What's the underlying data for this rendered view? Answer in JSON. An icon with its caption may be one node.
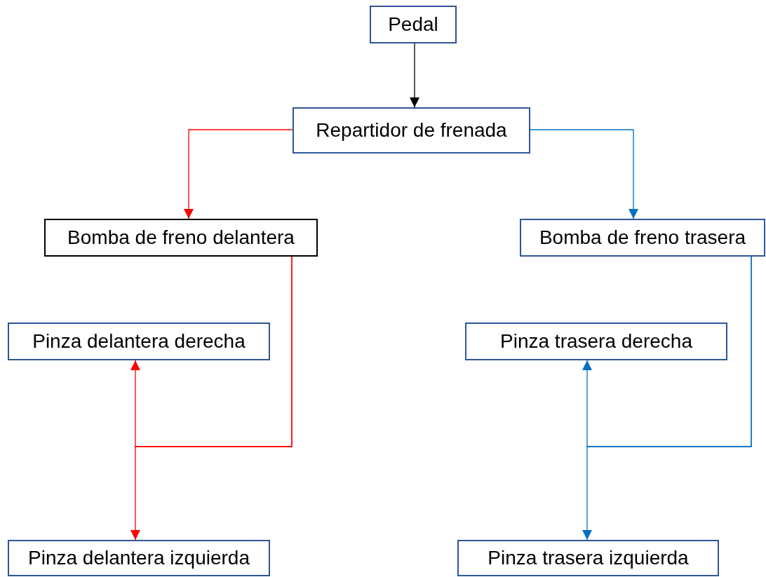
{
  "diagram": {
    "nodes": [
      {
        "text": [
          "Pedal"
        ]
      },
      {
        "text": [
          "Repartidor de frenada"
        ]
      },
      {
        "text": [
          "Bomba de freno delantera"
        ]
      },
      {
        "text": [
          "Bomba de freno trasera"
        ]
      },
      {
        "text": [
          "Pinza delantera derecha"
        ]
      },
      {
        "text": [
          "Pinza delantera izquierda"
        ]
      },
      {
        "text": [
          "Pinza trasera derecha"
        ]
      },
      {
        "text": [
          "Pinza trasera izquierda"
        ]
      }
    ],
    "edges": [
      {
        "from": 0,
        "to": 1,
        "arrow": "to",
        "color": "#000000"
      },
      {
        "from": 1,
        "to": 2,
        "arrow": "to",
        "color": "#ff0000"
      },
      {
        "from": 1,
        "to": 3,
        "arrow": "to",
        "color": "#0070c0"
      },
      {
        "from": 2,
        "to": 4,
        "arrow": "to",
        "color": "#ff0000"
      },
      {
        "from": 2,
        "to": 5,
        "arrow": "to",
        "color": "#ff0000"
      },
      {
        "from": 3,
        "to": 6,
        "arrow": "to",
        "color": "#0070c0"
      },
      {
        "from": 3,
        "to": 7,
        "arrow": "to",
        "color": "#0070c0"
      }
    ]
  }
}
